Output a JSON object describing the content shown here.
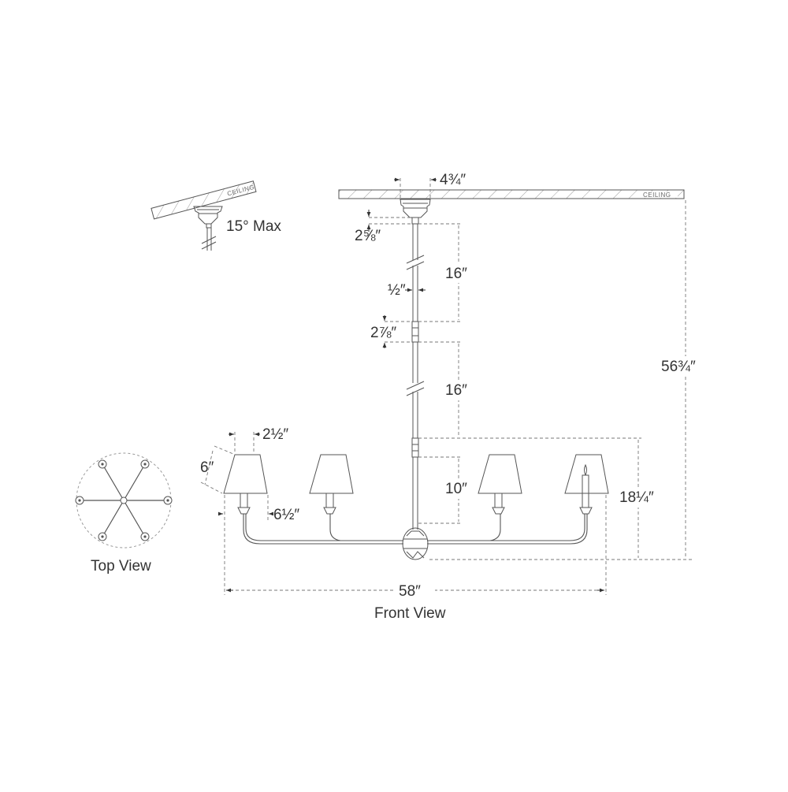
{
  "labels": {
    "ceiling_main": "CEILING",
    "ceiling_slope": "CEILING",
    "slope_max": "15° Max",
    "top_view": "Top View",
    "front_view": "Front View"
  },
  "dimensions": {
    "canopy_width": "4¾″",
    "canopy_height": "2⅝″",
    "stem_upper": "16″",
    "stem_diameter": "½″",
    "coupler": "2⅞″",
    "stem_lower": "16″",
    "body_to_top": "10″",
    "overall_height": "56¾″",
    "fixture_height": "18¼″",
    "shade_top": "2½″",
    "shade_height": "6″",
    "shade_bottom": "6½″",
    "overall_width": "58″"
  }
}
